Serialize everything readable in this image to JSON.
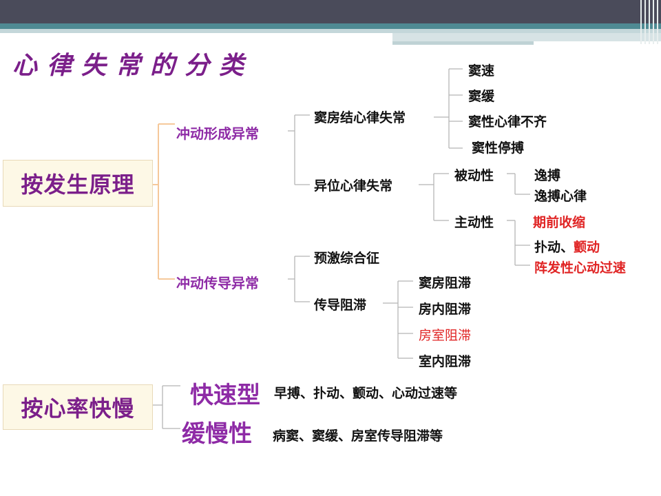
{
  "title": "心律失常的分类",
  "by_mechanism": {
    "label": "按发生原理",
    "impulse_formation": {
      "label": "冲动形成异常",
      "sinus": {
        "label": "窦房结心律失常",
        "items": [
          "窦速",
          "窦缓",
          "窦性心律不齐",
          "窦性停搏"
        ]
      },
      "ectopic": {
        "label": "异位心律失常",
        "passive": {
          "label": "被动性",
          "items": [
            "逸搏",
            "逸搏心律"
          ]
        },
        "active": {
          "label": "主动性",
          "premature": "期前收缩",
          "flutter_prefix": "扑动、",
          "fibrillation": "颤动",
          "paroxysmal": "阵发性心动过速"
        }
      }
    },
    "impulse_conduction": {
      "label": "冲动传导异常",
      "preexcitation": "预激综合征",
      "block": {
        "label": "传导阻滞",
        "items": [
          "窦房阻滞",
          "房内阻滞",
          "房室阻滞",
          "室内阻滞"
        ]
      }
    }
  },
  "by_rate": {
    "label": "按心率快慢",
    "fast": {
      "label": "快速型",
      "desc": "早搏、扑动、颤动、心动过速等"
    },
    "slow": {
      "label": "缓慢性",
      "desc": "病窦、窦缓、房室传导阻滞等"
    }
  },
  "colors": {
    "purple": "#8e2ba6",
    "red": "#e02424",
    "line_orange": "#f5c89a",
    "line_gray": "#b5b5b5"
  }
}
